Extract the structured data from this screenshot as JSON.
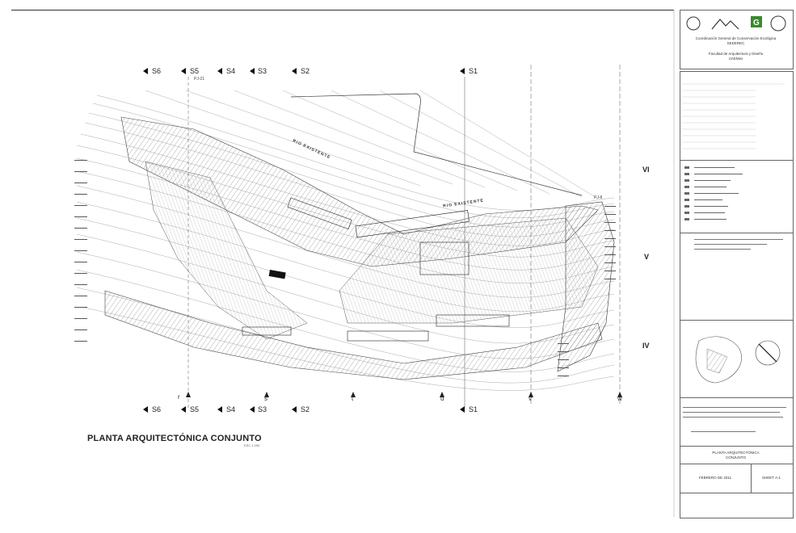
{
  "plan": {
    "title": "PLANTA ARQUITECTÓNICA CONJUNTO",
    "scale": "ESC 1:250",
    "river_label_1": "RIO EXISTENTE",
    "river_label_2": "RIO EXISTENTE"
  },
  "sections_top": [
    "S6",
    "S5",
    "S4",
    "S3",
    "S2",
    "S1"
  ],
  "sections_bottom": [
    "S6",
    "S5",
    "S4",
    "S3",
    "S2",
    "S1"
  ],
  "axes_roman": [
    "VI",
    "V",
    "IV"
  ],
  "axes_letters": [
    "r",
    "s",
    "t",
    "u",
    "v",
    "w"
  ],
  "markers": {
    "top_left": "PJ-21",
    "right": "PJ-8"
  },
  "title_block": {
    "org_line_1": "Coordinación General de Conservación Ecológica",
    "org_line_2": "SEDEREC",
    "faculty_line_1": "Facultad de Arquitectura y Diseño",
    "faculty_line_2": "UAEMex",
    "sheet_title_1": "PLANTA ARQUITECTÓNICA",
    "sheet_title_2": "CONJUNTO",
    "date": "FEBRERO DE 2011",
    "sheet_number": "SHEET A-1"
  },
  "colors": {
    "line": "#333333",
    "fill_dark": "#111111",
    "hatch": "#555555"
  }
}
